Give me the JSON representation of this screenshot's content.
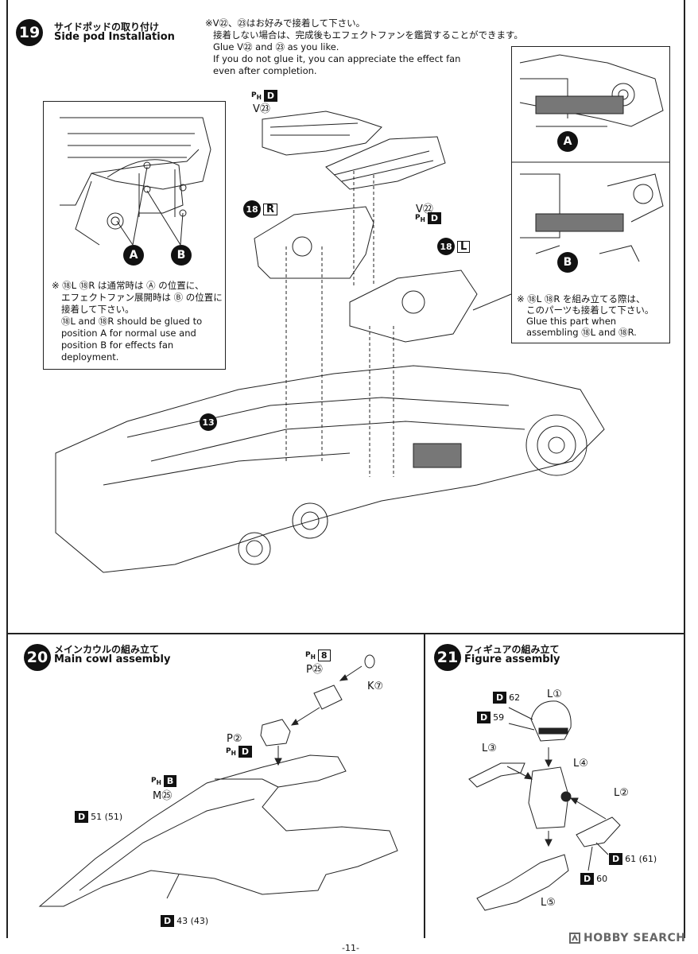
{
  "step19": {
    "number": "19",
    "title_jp": "サイドポッドの取り付け",
    "title_en": "Side pod Installation",
    "note_lines": [
      "※V㉒、㉓はお好みで接着して下さい。",
      "接着しない場合は、完成後もエフェクトファンを鑑賞することができます。",
      "Glue V㉒ and ㉓ as you like.",
      "If you do not glue it, you can appreciate the effect fan",
      "even after completion."
    ],
    "left_callout": {
      "lines": [
        "※ ⑱L ⑱R は通常時は Ⓐ の位置に、",
        "エフェクトファン展開時は Ⓑ の位置に",
        "接着して下さい。",
        "⑱L and ⑱R should be glued to",
        "position A for normal use and",
        "position B for effects fan",
        "deployment."
      ],
      "label_a": "A",
      "label_b": "B"
    },
    "right_callout": {
      "lines": [
        "※ ⑱L ⑱R を組み立てる際は、",
        "このパーツも接着して下さい。",
        "Glue this part when",
        "assembling ⑱L and ⑱R."
      ],
      "label_a": "A",
      "label_b": "B"
    },
    "parts": {
      "v23_tag": "D",
      "v23_ph": "P",
      "v23_ph_sub": "H",
      "v23_label": "V㉓",
      "v22_label": "V㉒",
      "v22_tag": "D",
      "v22_ph": "P",
      "v22_ph_sub": "H",
      "r_num": "18",
      "r_tag": "R",
      "l_num": "18",
      "l_tag": "L",
      "ref13": "13"
    }
  },
  "step20": {
    "number": "20",
    "title_jp": "メインカウルの組み立て",
    "title_en": "Main cowl assembly",
    "parts": {
      "p25_ph": "P",
      "p25_ph_sub": "H",
      "p25_tag": "8",
      "p25_label": "P㉕",
      "k7_label": "K⑦",
      "p2_label": "P②",
      "p2_ph": "P",
      "p2_ph_sub": "H",
      "p2_tag": "D",
      "m25_ph": "P",
      "m25_ph_sub": "H",
      "m25_tag": "B",
      "m25_label": "M㉕",
      "d51_tag": "D",
      "d51_label": "51 (51)",
      "d43_tag": "D",
      "d43_label": "43 (43)"
    }
  },
  "step21": {
    "number": "21",
    "title_jp": "フィギュアの組み立て",
    "title_en": "Figure assembly",
    "parts": {
      "d62_tag": "D",
      "d62_label": "62",
      "d59_tag": "D",
      "d59_label": "59",
      "l1_label": "L①",
      "l3_label": "L③",
      "l4_label": "L④",
      "l2_label": "L②",
      "d61_tag": "D",
      "d61_label": "61 (61)",
      "d60_tag": "D",
      "d60_label": "60",
      "l5_label": "L⑤"
    }
  },
  "footer": {
    "page": "-11-",
    "watermark": "HOBBY SEARCH"
  }
}
